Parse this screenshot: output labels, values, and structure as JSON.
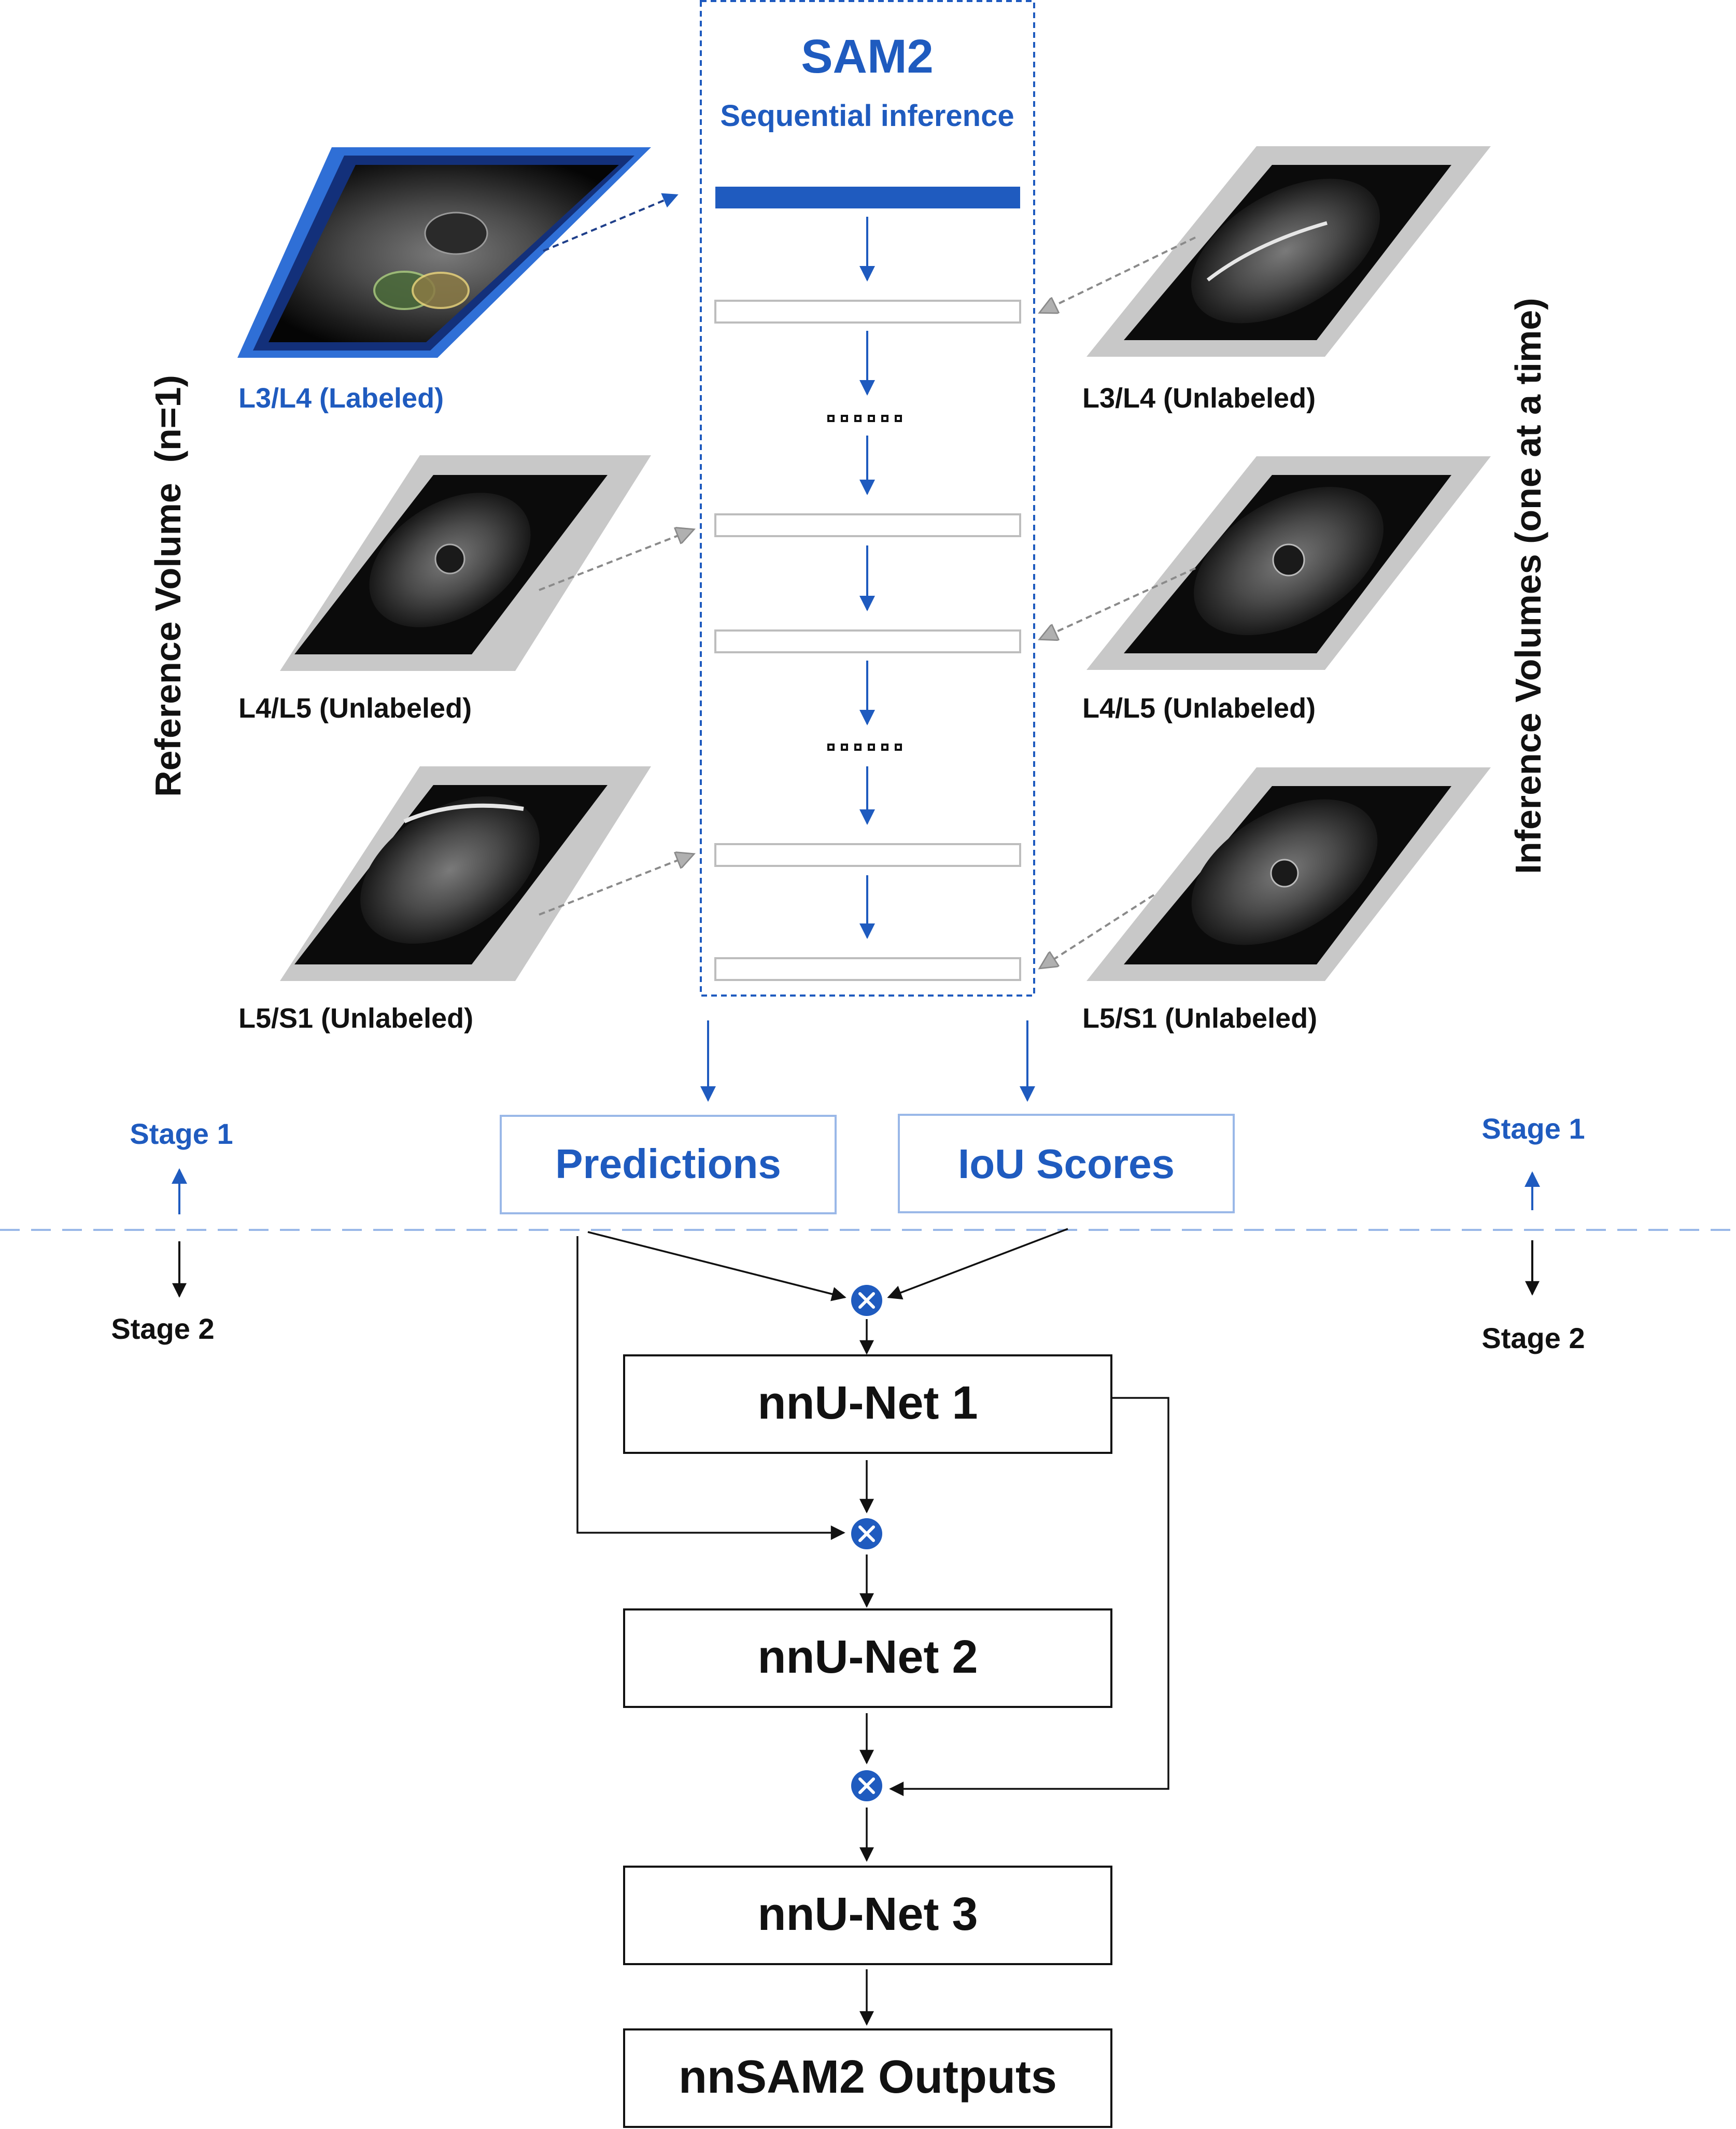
{
  "sam2": {
    "title": "SAM2",
    "subtitle": "Sequential inference"
  },
  "reference": {
    "side_label": "Reference Volume  (n=1)",
    "slices": [
      {
        "label": "L3/L4 (Labeled)",
        "labeled": true
      },
      {
        "label": "L4/L5 (Unlabeled)",
        "labeled": false
      },
      {
        "label": "L5/S1 (Unlabeled)",
        "labeled": false
      }
    ]
  },
  "inference": {
    "side_label": "Inference Volumes (one at a time)",
    "slices": [
      {
        "label": "L3/L4 (Unlabeled)"
      },
      {
        "label": "L4/L5 (Unlabeled)"
      },
      {
        "label": "L5/S1 (Unlabeled)"
      }
    ]
  },
  "outputs": {
    "predictions": "Predictions",
    "iou_scores": "IoU Scores"
  },
  "stages": {
    "stage1": "Stage 1",
    "stage2": "Stage 2"
  },
  "pipeline": {
    "net1": "nnU-Net 1",
    "net2": "nnU-Net 2",
    "net3": "nnU-Net 3",
    "final": "nnSAM2 Outputs"
  },
  "colors": {
    "accent_blue": "#1f5bbf",
    "frame_blue": "#2f6fd6",
    "light_blue_border": "#9ab8e8",
    "gray_frame": "#c8c8c8",
    "black": "#111111"
  }
}
